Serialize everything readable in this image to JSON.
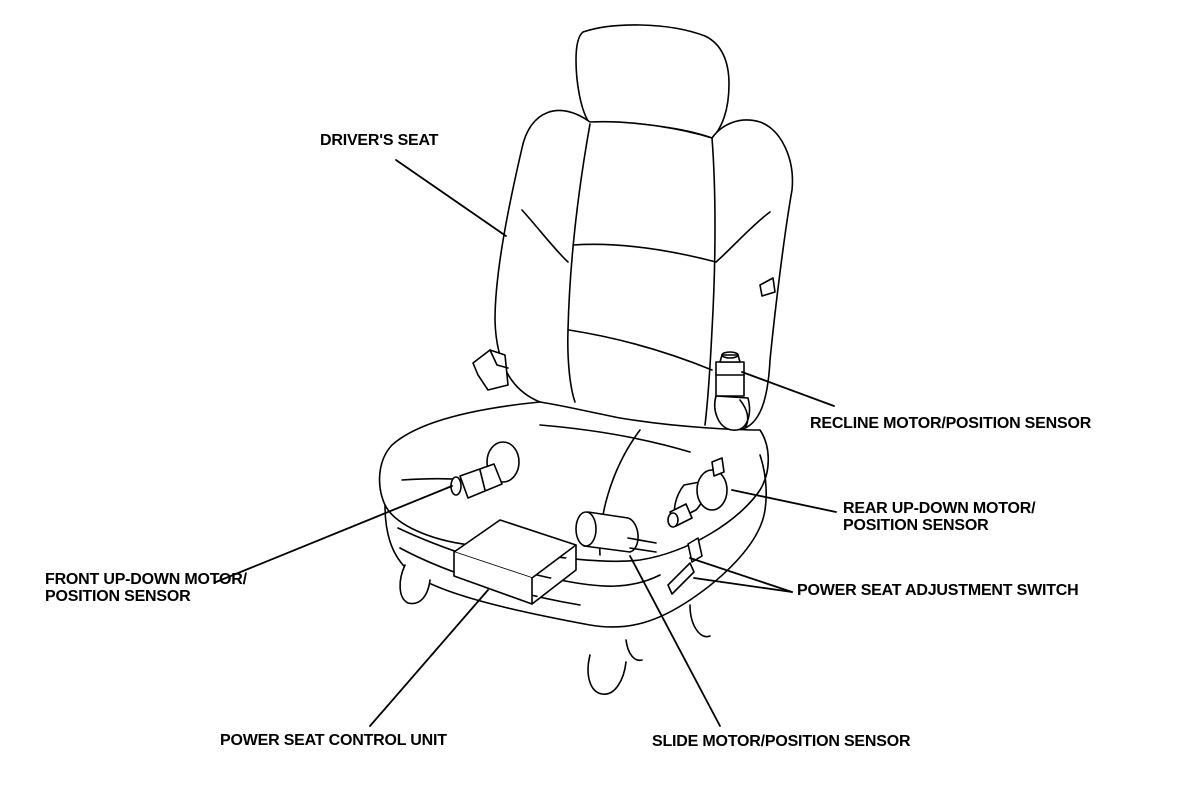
{
  "labels": {
    "drivers_seat": "DRIVER'S SEAT",
    "recline_motor": "RECLINE MOTOR/POSITION SENSOR",
    "rear_updown_line1": "REAR UP-DOWN MOTOR/",
    "rear_updown_line2": "POSITION SENSOR",
    "front_updown_line1": "FRONT UP-DOWN MOTOR/",
    "front_updown_line2": "POSITION SENSOR",
    "adjustment_switch": "POWER SEAT ADJUSTMENT SWITCH",
    "control_unit": "POWER SEAT CONTROL UNIT",
    "slide_motor": "SLIDE MOTOR/POSITION SENSOR"
  },
  "colors": {
    "line": "#000000",
    "fill": "#ffffff"
  }
}
